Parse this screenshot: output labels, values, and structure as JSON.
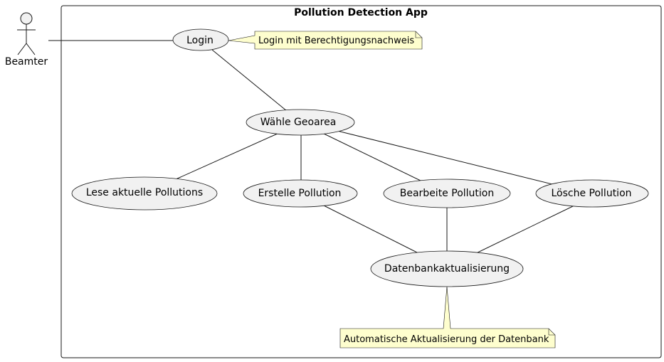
{
  "system": {
    "title": "Pollution Detection App"
  },
  "actor": {
    "name": "Beamter"
  },
  "use_cases": {
    "login": "Login",
    "choose_geoarea": "Wähle Geoarea",
    "read_pollutions": "Lese aktuelle Pollutions",
    "create_pollution": "Erstelle Pollution",
    "edit_pollution": "Bearbeite Pollution",
    "delete_pollution": "Lösche Pollution",
    "db_update": "Datenbankaktualisierung"
  },
  "notes": {
    "login_note": "Login mit Berechtigungsnachweis",
    "db_note": "Automatische Aktualisierung der Datenbank"
  },
  "colors": {
    "use_case_fill": "#f1f1f1",
    "note_fill": "#fefece",
    "line": "#181818"
  }
}
